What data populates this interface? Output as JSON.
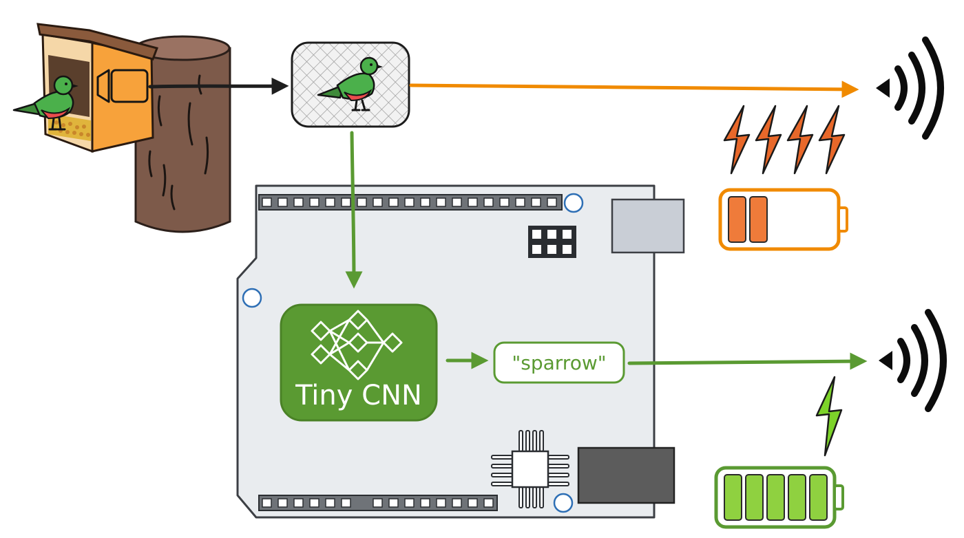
{
  "labels": {
    "model": "Tiny CNN",
    "prediction": "\"sparrow\""
  },
  "battery_levels": {
    "image_streaming": 0.4,
    "on_device_inference": 1.0
  },
  "colors": {
    "stream_arrow": "#f08a00",
    "ml_green": "#5a9a32",
    "board_fill": "#e9ecef",
    "board_stroke": "#3c3f44",
    "feeder": "#f7a23b",
    "roof": "#8a5a3c",
    "post": "#7d5a4a",
    "bird_body": "#4bb04b",
    "bird_belly": "#ea4d4d",
    "bolt_orange": "#e8682a",
    "bolt_green": "#7dd32a",
    "battery_orange_fill": "#ef7b3a",
    "battery_green_fill": "#8fd140"
  },
  "icons": [
    "bird-feeder-icon",
    "camera-icon",
    "bird-image-icon",
    "neural-network-icon",
    "wifi-signal-icon",
    "lightning-bolt-icon",
    "battery-icon",
    "microcontroller-board-icon"
  ]
}
